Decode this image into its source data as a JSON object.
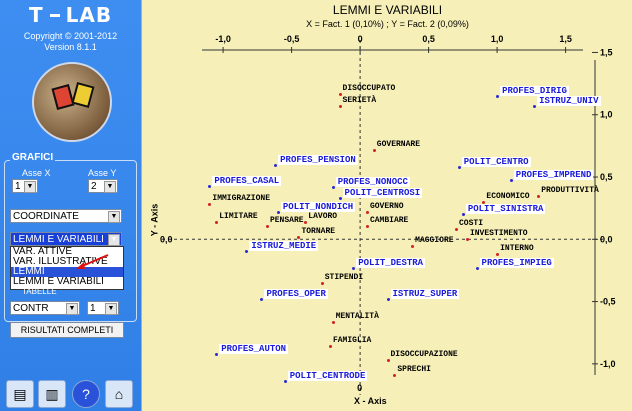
{
  "app": {
    "logo_left": "T",
    "logo_right": "LAB",
    "copyright": "Copyright © 2001-2012",
    "version": "Version 8.1.1"
  },
  "sidebar": {
    "group_title": "GRAFICI",
    "asse_x_label": "Asse X",
    "asse_x_value": "1",
    "asse_y_label": "Asse Y",
    "asse_y_value": "2",
    "mode_select": "COORDINATE",
    "type_select": "LEMMI E VARIABILI",
    "dropdown_options": [
      "VAR. ATTIVE",
      "VAR. ILLUSTRATIVE",
      "LEMMI",
      "LEMMI E VARIABILI"
    ],
    "dropdown_highlight_index": 2,
    "tabelle_label": "TABELLE",
    "contr_select": "CONTR",
    "contr_num": "1",
    "results_button": "RISULTATI COMPLETI",
    "tool_icons": [
      "save-icon",
      "chart-icon",
      "help-icon",
      "home-icon"
    ]
  },
  "chart_data": {
    "type": "scatter",
    "title": "LEMMI E VARIABILI",
    "subtitle": "X = Fact. 1 (0,10%) ; Y = Fact. 2 (0,09%)",
    "xlabel": "X - Axis",
    "ylabel": "Y - Axis",
    "xlim": [
      -1.3,
      1.7
    ],
    "ylim": [
      -1.25,
      1.6
    ],
    "x_ticks": [
      "-1,0",
      "-0,5",
      "0",
      "0,5",
      "1,0",
      "1,5"
    ],
    "y_ticks": [
      "1,5",
      "1,0",
      "0,5",
      "0,0",
      "-0,5",
      "-1,0"
    ],
    "points": [
      {
        "label": "DISOCCUPATO",
        "x": -0.15,
        "y": 1.17,
        "kind": "lemma"
      },
      {
        "label": "SERIETÀ",
        "x": -0.15,
        "y": 1.07,
        "kind": "lemma"
      },
      {
        "label": "PROFES_DIRIG",
        "x": 1.0,
        "y": 1.15,
        "kind": "variable"
      },
      {
        "label": "ISTRUZ_UNIV",
        "x": 1.27,
        "y": 1.07,
        "kind": "variable"
      },
      {
        "label": "GOVERNARE",
        "x": 0.1,
        "y": 0.72,
        "kind": "lemma"
      },
      {
        "label": "PROFES_PENSION",
        "x": -0.62,
        "y": 0.6,
        "kind": "variable"
      },
      {
        "label": "POLIT_CENTRO",
        "x": 0.72,
        "y": 0.58,
        "kind": "variable"
      },
      {
        "label": "PROFES_IMPREND",
        "x": 1.1,
        "y": 0.48,
        "kind": "variable"
      },
      {
        "label": "PROFES_CASAL",
        "x": -1.1,
        "y": 0.43,
        "kind": "variable"
      },
      {
        "label": "PROFES_NONOCC",
        "x": -0.2,
        "y": 0.42,
        "kind": "variable"
      },
      {
        "label": "ECONOMICO",
        "x": 0.9,
        "y": 0.3,
        "kind": "lemma"
      },
      {
        "label": "PRODUTTIVITÀ",
        "x": 1.3,
        "y": 0.35,
        "kind": "lemma"
      },
      {
        "label": "POLIT_CENTROSI",
        "x": -0.15,
        "y": 0.33,
        "kind": "variable"
      },
      {
        "label": "IMMIGRAZIONE",
        "x": -1.1,
        "y": 0.28,
        "kind": "lemma"
      },
      {
        "label": "POLIT_NONDICH",
        "x": -0.6,
        "y": 0.22,
        "kind": "variable"
      },
      {
        "label": "GOVERNO",
        "x": 0.05,
        "y": 0.22,
        "kind": "lemma"
      },
      {
        "label": "POLIT_SINISTRA",
        "x": 0.75,
        "y": 0.2,
        "kind": "variable"
      },
      {
        "label": "LIMITARE",
        "x": -1.05,
        "y": 0.14,
        "kind": "lemma"
      },
      {
        "label": "LAVORO",
        "x": -0.4,
        "y": 0.14,
        "kind": "lemma"
      },
      {
        "label": "PENSARE",
        "x": -0.68,
        "y": 0.11,
        "kind": "lemma"
      },
      {
        "label": "CAMBIARE",
        "x": 0.05,
        "y": 0.11,
        "kind": "lemma"
      },
      {
        "label": "COSTI",
        "x": 0.7,
        "y": 0.08,
        "kind": "lemma"
      },
      {
        "label": "TORNARE",
        "x": -0.45,
        "y": 0.02,
        "kind": "lemma"
      },
      {
        "label": "INVESTIMENTO",
        "x": 0.78,
        "y": 0.0,
        "kind": "lemma"
      },
      {
        "label": "MAGGIORE",
        "x": 0.38,
        "y": -0.05,
        "kind": "lemma"
      },
      {
        "label": "ISTRUZ_MEDIE",
        "x": -0.83,
        "y": -0.09,
        "kind": "variable"
      },
      {
        "label": "INTERNO",
        "x": 1.0,
        "y": -0.12,
        "kind": "lemma"
      },
      {
        "label": "POLIT_DESTRA",
        "x": -0.05,
        "y": -0.23,
        "kind": "variable"
      },
      {
        "label": "PROFES_IMPIEG",
        "x": 0.85,
        "y": -0.23,
        "kind": "variable"
      },
      {
        "label": "STIPENDI",
        "x": -0.28,
        "y": -0.35,
        "kind": "lemma"
      },
      {
        "label": "PROFES_OPER",
        "x": -0.72,
        "y": -0.48,
        "kind": "variable"
      },
      {
        "label": "ISTRUZ_SUPER",
        "x": 0.2,
        "y": -0.48,
        "kind": "variable"
      },
      {
        "label": "MENTALITÀ",
        "x": -0.2,
        "y": -0.66,
        "kind": "lemma"
      },
      {
        "label": "FAMIGLIA",
        "x": -0.22,
        "y": -0.86,
        "kind": "lemma"
      },
      {
        "label": "PROFES_AUTON",
        "x": -1.05,
        "y": -0.92,
        "kind": "variable"
      },
      {
        "label": "DISOCCUPAZIONE",
        "x": 0.2,
        "y": -0.97,
        "kind": "lemma"
      },
      {
        "label": "SPRECHI",
        "x": 0.25,
        "y": -1.09,
        "kind": "lemma"
      },
      {
        "label": "POLIT_CENTRODE",
        "x": -0.55,
        "y": -1.14,
        "kind": "variable"
      }
    ]
  },
  "colors": {
    "sidebar_bg": "#3a89ee",
    "plot_bg": "#f6f0b8",
    "variable_label": "#1a1ad8",
    "lemma_label": "#000000",
    "highlight": "#2a52d8"
  }
}
